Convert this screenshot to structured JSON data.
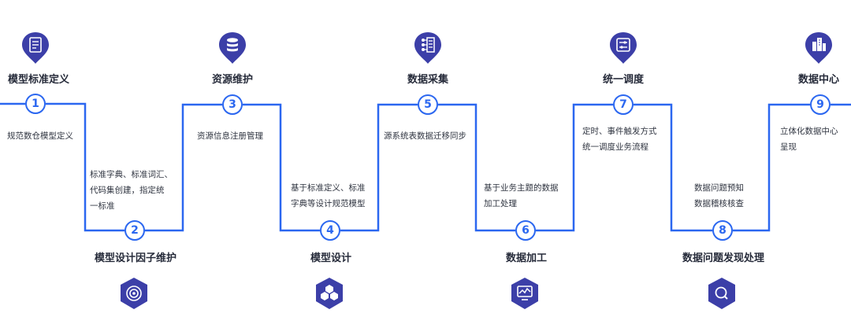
{
  "colors": {
    "line": "#2b67f0",
    "icon_fill": "#3c3fa8",
    "title": "#262b3a",
    "text": "#2f3440"
  },
  "steps": [
    {
      "number": "1",
      "title": "模型标准定义",
      "desc": [
        "规范数仓模型定义"
      ],
      "icon": "document-icon"
    },
    {
      "number": "2",
      "title": "模型设计因子维护",
      "desc": [
        "标准字典、标准词汇、",
        "代码集创建，指定统",
        "一标准"
      ],
      "icon": "target-icon"
    },
    {
      "number": "3",
      "title": "资源维护",
      "desc": [
        "资源信息注册管理"
      ],
      "icon": "database-icon"
    },
    {
      "number": "4",
      "title": "模型设计",
      "desc": [
        "基于标准定义、标准",
        "字典等设计规范模型"
      ],
      "icon": "cubes-icon"
    },
    {
      "number": "5",
      "title": "数据采集",
      "desc": [
        "源系统表数据迁移同步"
      ],
      "icon": "data-collect-icon"
    },
    {
      "number": "6",
      "title": "数据加工",
      "desc": [
        "基于业务主题的数据",
        "加工处理"
      ],
      "icon": "monitor-chart-icon"
    },
    {
      "number": "7",
      "title": "统一调度",
      "desc": [
        "定时、事件触发方式",
        "统一调度业务流程"
      ],
      "icon": "schedule-icon"
    },
    {
      "number": "8",
      "title": "数据问题发现处理",
      "desc": [
        "数据问题预知",
        "数据稽核核查"
      ],
      "icon": "search-shield-icon"
    },
    {
      "number": "9",
      "title": "数据中心",
      "desc": [
        "立体化数据中心",
        "呈现"
      ],
      "icon": "building-icon"
    }
  ]
}
